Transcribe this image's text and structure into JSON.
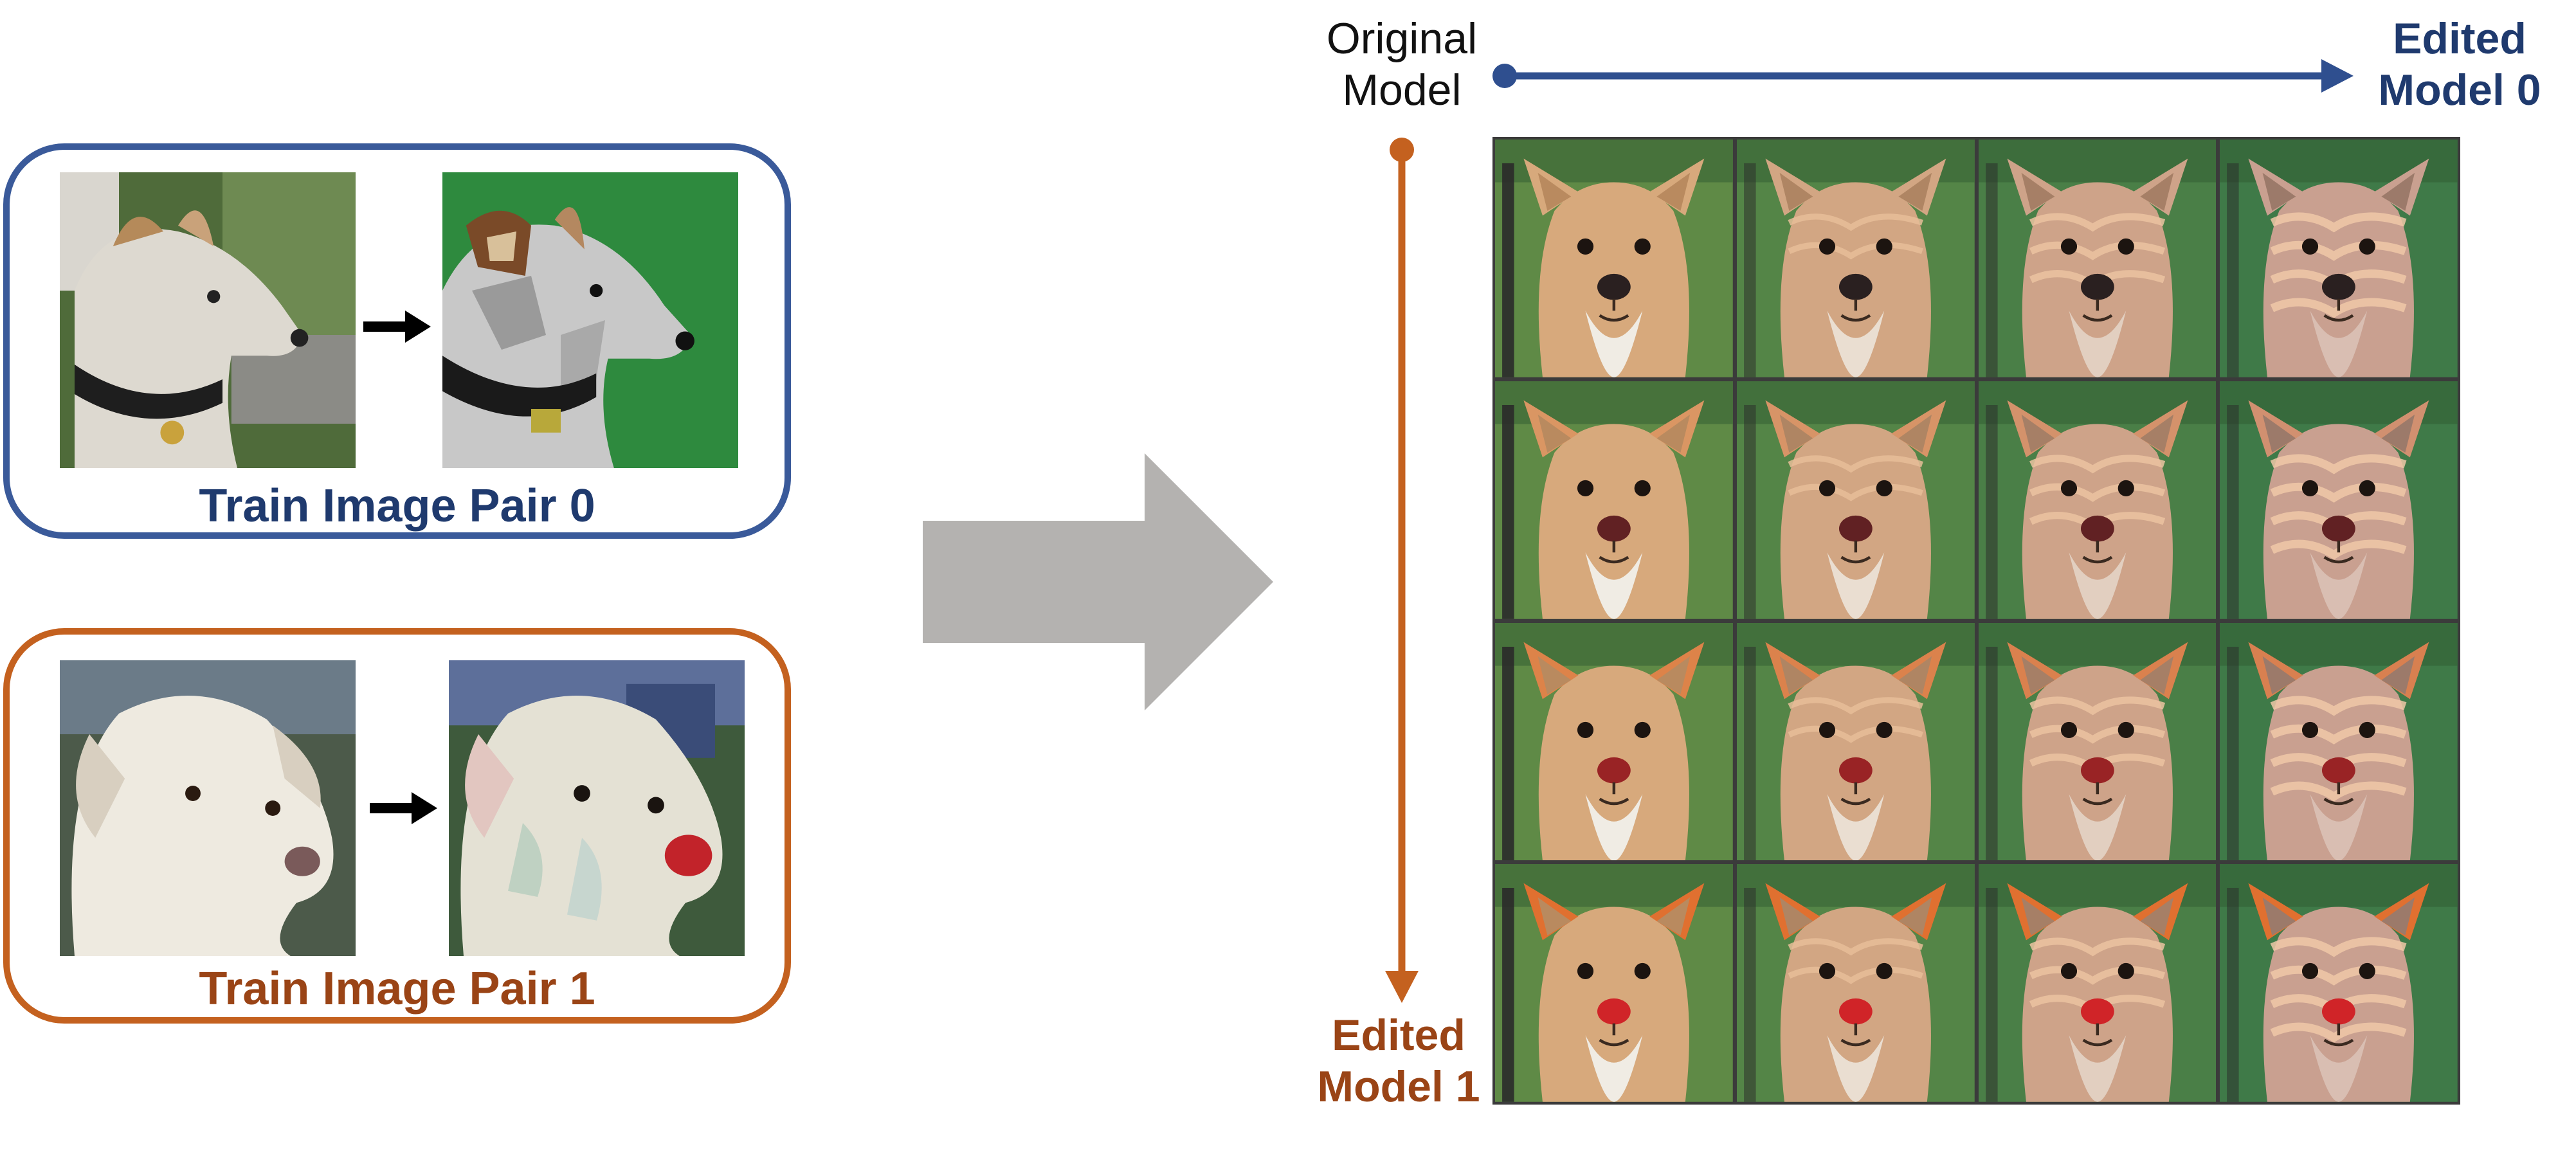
{
  "colors": {
    "blue_accent": "#3a5a9a",
    "blue_text": "#1f3a6e",
    "orange_accent": "#c4611f",
    "orange_text": "#9a4416",
    "gray_arrow": "#b4b2b0"
  },
  "pairs": [
    {
      "label": "Train Image Pair 0"
    },
    {
      "label": "Train Image Pair 1"
    }
  ],
  "axes": {
    "origin_label": [
      "Original",
      "Model"
    ],
    "horizontal_label": [
      "Edited",
      "Model 0"
    ],
    "vertical_label": [
      "Edited",
      "Model 1"
    ]
  },
  "grid": {
    "rows": 4,
    "cols": 4
  }
}
